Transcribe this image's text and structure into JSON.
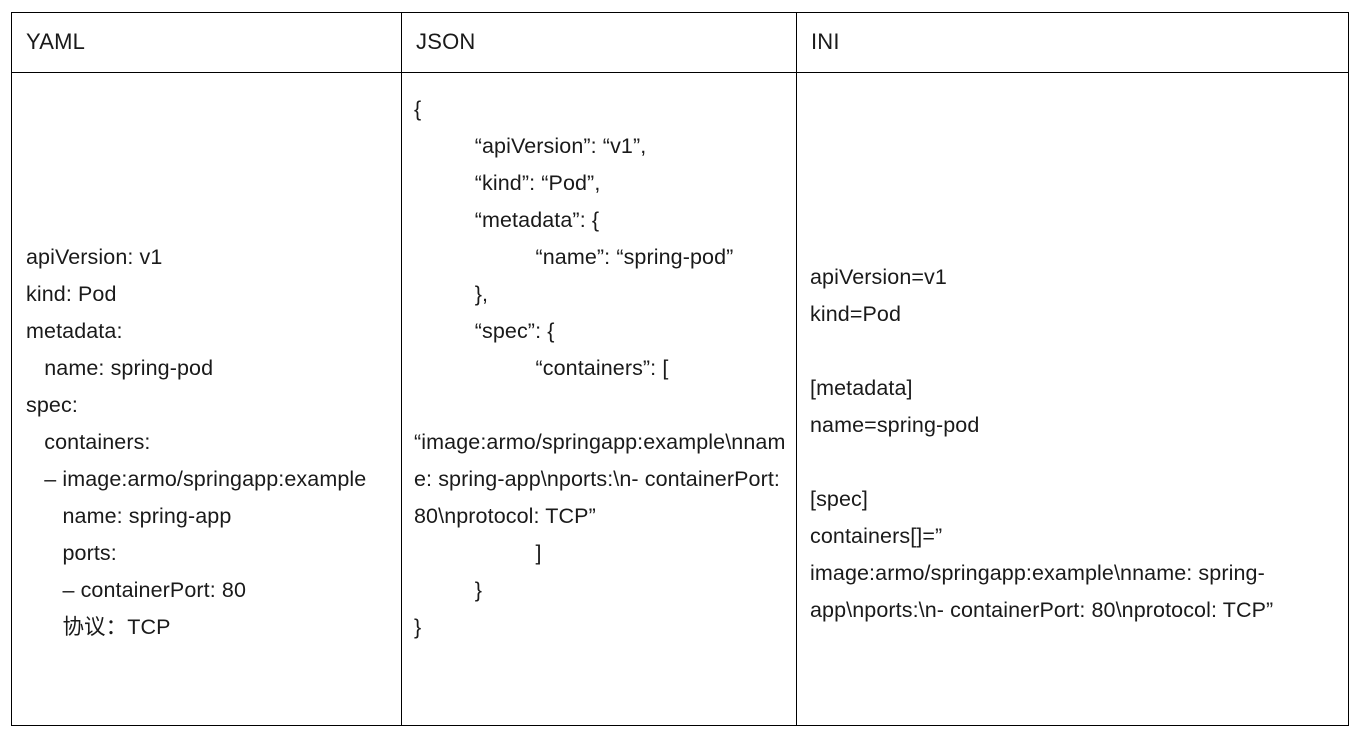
{
  "table": {
    "columns": [
      {
        "id": "yaml",
        "header": "YAML"
      },
      {
        "id": "json",
        "header": "JSON"
      },
      {
        "id": "ini",
        "header": "INI"
      }
    ],
    "cells": {
      "yaml": "apiVersion: v1\nkind: Pod\nmetadata:\n   name: spring-pod\nspec:\n   containers:\n   – image:armo/springapp:example\n      name: spring-app\n      ports:\n      – containerPort: 80\n      协议：TCP",
      "json": "{\n          “apiVersion”: “v1”,\n          “kind”: “Pod”,\n          “metadata”: {\n                    “name”: “spring-pod”\n          },\n          “spec”: {\n                    “containers”: [\n\n“image:armo/springapp:example\\nname: spring-app\\nports:\\n- containerPort: 80\\nprotocol: TCP”\n                    ]\n          }\n}",
      "ini": "apiVersion=v1\nkind=Pod\n\n[metadata]\nname=spring-pod\n\n[spec]\ncontainers[]=”\nimage:armo/springapp:example\\nname: spring-app\\nports:\\n- containerPort: 80\\nprotocol: TCP”"
    }
  },
  "colors": {
    "border": "#000000",
    "text": "#1a1a1a",
    "background": "#ffffff"
  }
}
